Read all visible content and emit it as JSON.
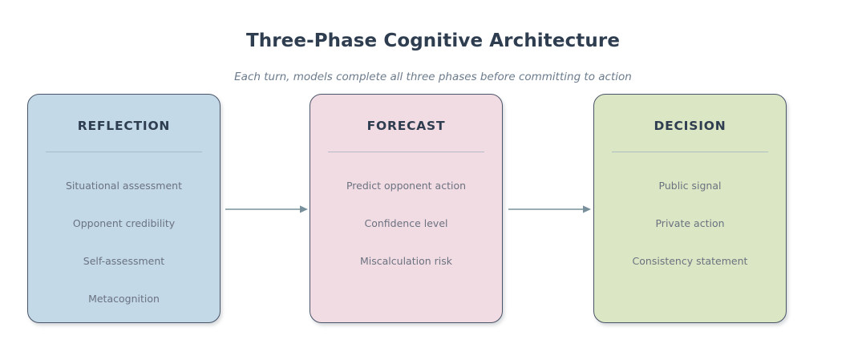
{
  "header": {
    "title": "Three-Phase Cognitive Architecture",
    "subtitle": "Each turn, models complete all three phases before committing to action"
  },
  "colors": {
    "background": "#ffffff",
    "title_text": "#2e3d50",
    "subtitle_text": "#6b7b8c",
    "box_border": "#4a5468",
    "item_text": "#6b7280",
    "divider": "#9fb0bd",
    "arrow": "#78909c",
    "reflection_fill": "#c3d9e8",
    "forecast_fill": "#f2dce3",
    "decision_fill": "#dbe7c4"
  },
  "phases": [
    {
      "heading": "REFLECTION",
      "items": [
        "Situational assessment",
        "Opponent credibility",
        "Self-assessment",
        "Metacognition"
      ]
    },
    {
      "heading": "FORECAST",
      "items": [
        "Predict opponent action",
        "Confidence level",
        "Miscalculation risk"
      ]
    },
    {
      "heading": "DECISION",
      "items": [
        "Public signal",
        "Private action",
        "Consistency statement"
      ]
    }
  ],
  "connectors": [
    {
      "icon": "arrow-right-icon",
      "from": "REFLECTION",
      "to": "FORECAST"
    },
    {
      "icon": "arrow-right-icon",
      "from": "FORECAST",
      "to": "DECISION"
    }
  ]
}
